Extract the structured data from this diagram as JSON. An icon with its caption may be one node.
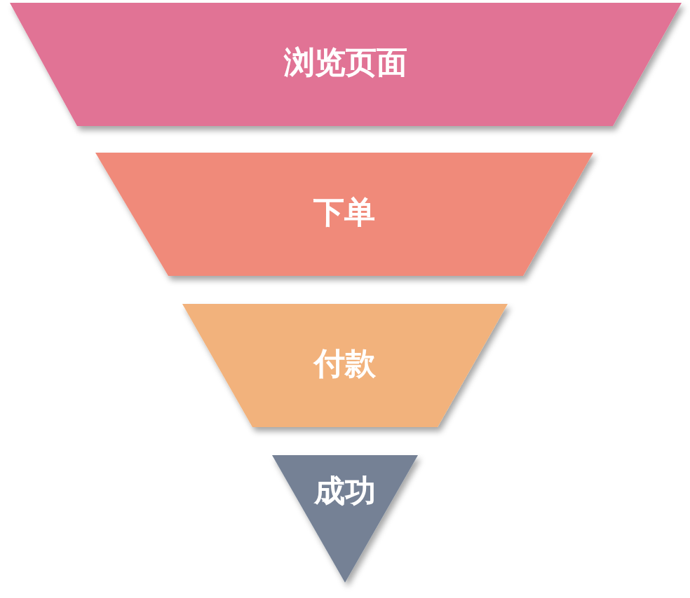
{
  "diagram": {
    "nodes": [
      {
        "text": [
          "浏览页面"
        ]
      },
      {
        "text": [
          "下单"
        ]
      },
      {
        "text": [
          "付款"
        ]
      },
      {
        "text": [
          "成功"
        ]
      }
    ]
  }
}
